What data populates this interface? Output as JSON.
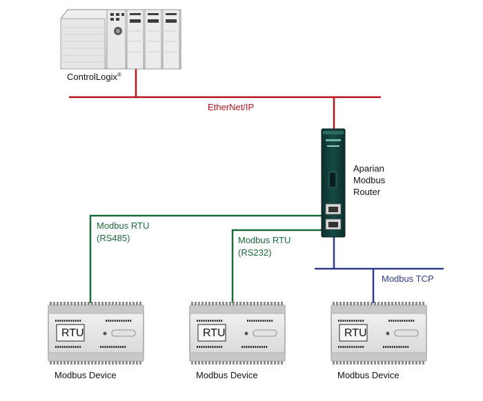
{
  "controller": {
    "label": "ControlLogix",
    "mark": "®"
  },
  "networks": {
    "ethernet_ip": {
      "label": "EtherNet/IP",
      "color": "#b5121b"
    },
    "modbus_rtu_rs485": {
      "label_line1": "Modbus RTU",
      "label_line2": "(RS485)",
      "color": "#1a6b3a"
    },
    "modbus_rtu_rs232": {
      "label_line1": "Modbus RTU",
      "label_line2": "(RS232)",
      "color": "#1a6b3a"
    },
    "modbus_tcp": {
      "label": "Modbus TCP",
      "color": "#2e3a8c"
    }
  },
  "router": {
    "line1": "Aparian",
    "line2": "Modbus",
    "line3": "Router"
  },
  "devices": [
    {
      "badge": "RTU",
      "label": "Modbus Device"
    },
    {
      "badge": "RTU",
      "label": "Modbus Device"
    },
    {
      "badge": "RTU",
      "label": "Modbus Device"
    }
  ]
}
